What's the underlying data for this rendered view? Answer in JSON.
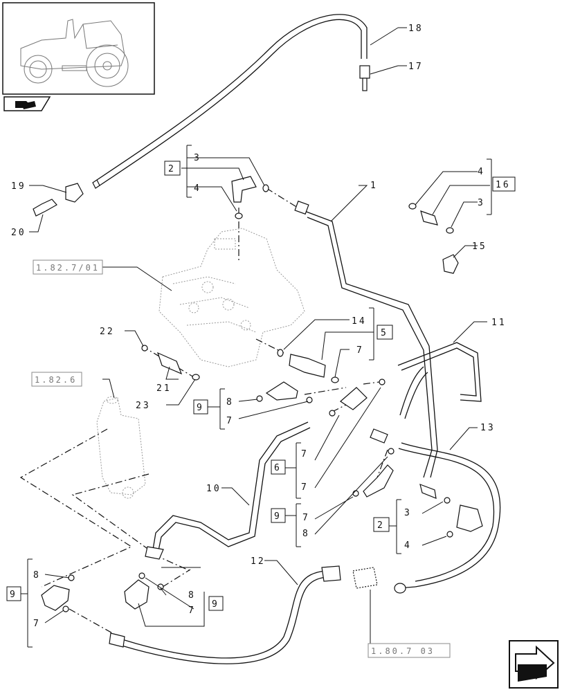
{
  "callouts": {
    "c1": "1",
    "c2a": "2",
    "c2b": "2",
    "c3a": "3",
    "c3b": "3",
    "c3c": "3",
    "c4a": "4",
    "c4b": "4",
    "c4c": "4",
    "c5": "5",
    "c6": "6",
    "c7a": "7",
    "c7b": "7",
    "c7c": "7",
    "c7d": "7",
    "c7e": "7",
    "c7f": "7",
    "c7g": "7",
    "c8a": "8",
    "c8b": "8",
    "c8c": "8",
    "c8d": "8",
    "c9a": "9",
    "c9b": "9",
    "c9c": "9",
    "c9d": "9",
    "c10": "10",
    "c11": "11",
    "c12": "12",
    "c13": "13",
    "c14": "14",
    "c15": "15",
    "c16": "16",
    "c17": "17",
    "c18": "18",
    "c19": "19",
    "c20": "20",
    "c21": "21",
    "c22": "22",
    "c23": "23"
  },
  "references": {
    "ref_valve": "1.82.7/01",
    "ref_cylinder": "1.82.6",
    "ref_coupler": "1.80.7 03"
  },
  "icons": {
    "thumbnail": "tractor-thumbnail",
    "section": "section-tab-icon",
    "nav": "next-page-arrow-icon"
  }
}
